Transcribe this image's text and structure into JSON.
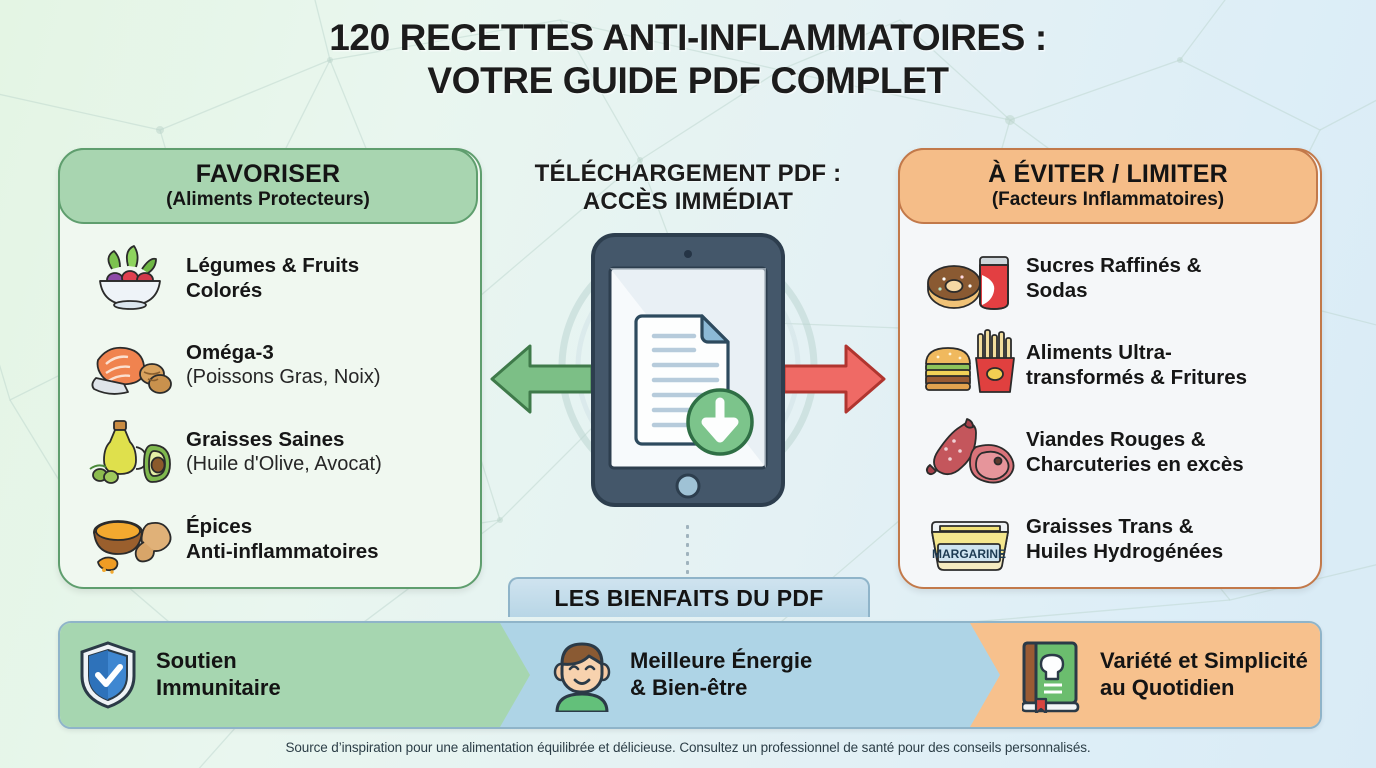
{
  "title": {
    "line1": "120 RECETTES ANTI-INFLAMMATOIRES :",
    "line2": "VOTRE GUIDE PDF COMPLET"
  },
  "left_panel": {
    "header_main": "FAVORISER",
    "header_sub": "(Aliments Protecteurs)",
    "accent": "#a8d5b0",
    "border": "#5f9e6e",
    "items": [
      {
        "icon": "bowl-of-fruits-and-vegetables-icon",
        "line1": "Légumes & Fruits",
        "line2": "Colorés",
        "line2_bold": true
      },
      {
        "icon": "salmon-and-walnuts-icon",
        "line1": "Oméga-3",
        "line2": "(Poissons Gras, Noix)",
        "line2_bold": false
      },
      {
        "icon": "olive-oil-and-avocado-icon",
        "line1": "Graisses Saines",
        "line2": "(Huile d'Olive, Avocat)",
        "line2_bold": false
      },
      {
        "icon": "spices-turmeric-ginger-icon",
        "line1": "Épices",
        "line2": "Anti-inflammatoires",
        "line2_bold": true
      }
    ]
  },
  "right_panel": {
    "header_main": "À ÉVITER / LIMITER",
    "header_sub": "(Facteurs Inflammatoires)",
    "accent": "#f5bd88",
    "border": "#c2794a",
    "items": [
      {
        "icon": "donut-and-soda-can-icon",
        "line1": "Sucres Raffinés &",
        "line2": "Sodas",
        "line2_bold": true
      },
      {
        "icon": "burger-and-fries-icon",
        "line1": "Aliments Ultra-",
        "line2": "transformés & Fritures",
        "line2_bold": true
      },
      {
        "icon": "sausage-and-steak-icon",
        "line1": "Viandes Rouges &",
        "line2": "Charcuteries en excès",
        "line2_bold": true
      },
      {
        "icon": "margarine-tub-icon",
        "line1": "Graisses Trans &",
        "line2": "Huiles Hydrogénées",
        "line2_bold": true
      }
    ]
  },
  "center": {
    "title_line1": "TÉLÉCHARGEMENT PDF :",
    "title_line2": "ACCÈS IMMÉDIAT",
    "device_icon": "tablet-with-pdf-document-icon",
    "download_icon": "download-arrow-icon",
    "arrow_left_icon": "left-arrow-green-icon",
    "arrow_right_icon": "right-arrow-red-icon",
    "arrow_left_color": "#7cbf86",
    "arrow_right_color": "#ef6a65"
  },
  "benefits": {
    "tab_label": "LES BIENFAITS DU PDF",
    "segments": [
      {
        "icon": "shield-check-icon",
        "line1": "Soutien",
        "line2": "Immunitaire",
        "color": "#a6d6b0"
      },
      {
        "icon": "person-smiling-icon",
        "line1": "Meilleure Énergie",
        "line2": "& Bien-être",
        "color": "#aed4e6"
      },
      {
        "icon": "cookbook-chef-hat-icon",
        "line1": "Variété et Simplicité",
        "line2": "au Quotidien",
        "color": "#f7c18d"
      }
    ]
  },
  "footnote": "Source d’inspiration pour une alimentation équilibrée et délicieuse. Consultez un professionnel de santé pour des conseils personnalisés."
}
